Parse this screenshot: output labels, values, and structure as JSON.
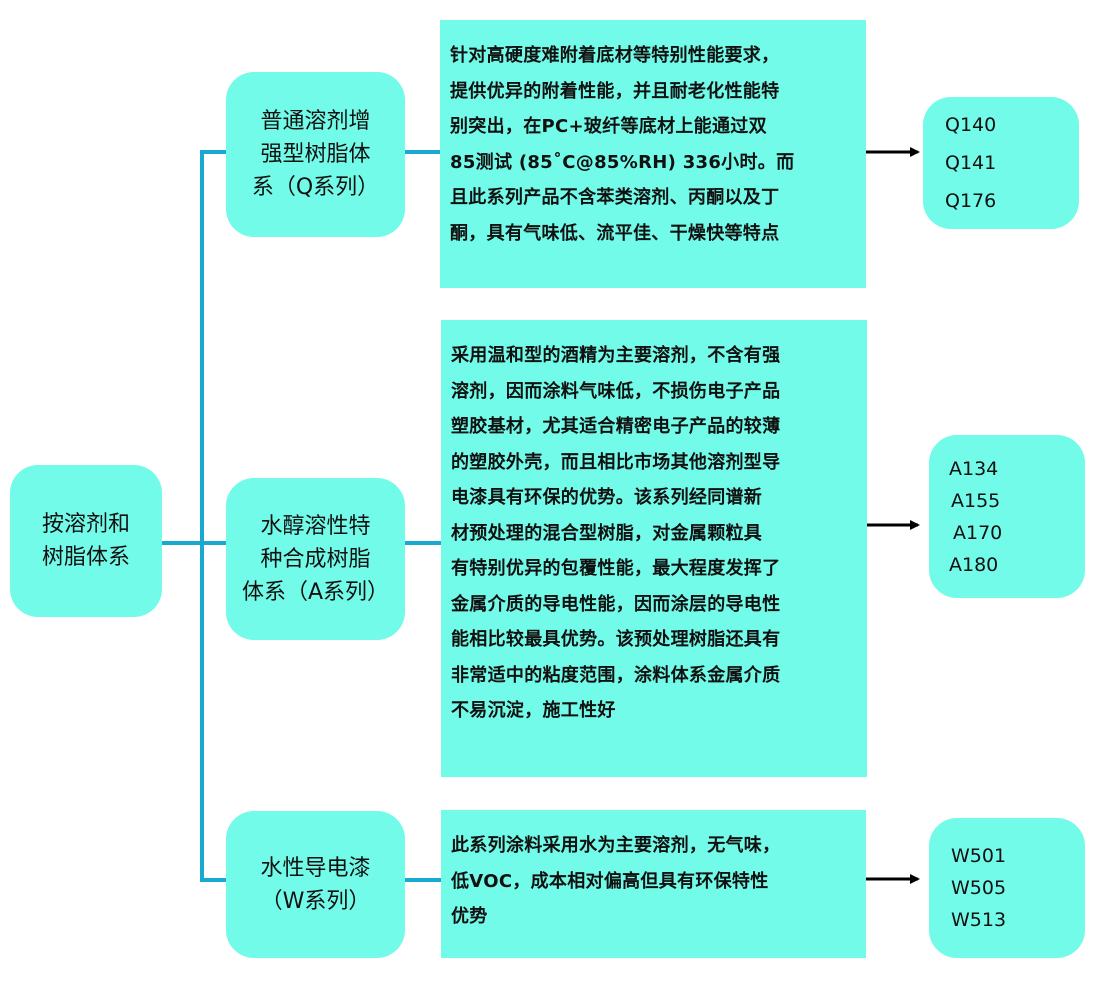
{
  "root": {
    "label": "按溶剂和\n树脂体系"
  },
  "categories": [
    {
      "label": "普通溶剂增\n强型树脂体\n系（Q系列）",
      "description": "针对高硬度难附着底材等特别性能要求，\n提供优异的附着性能，并且耐老化性能特\n别突出，在PC+玻纤等底材上能通过双\n85测试 (85˚C@85%RH) 336小时。而\n且此系列产品不含苯类溶剂、丙酮以及丁\n酮，具有气味低、流平佳、干燥快等特点",
      "products": [
        "Q140",
        "Q141",
        "Q176"
      ]
    },
    {
      "label": "水醇溶性特\n种合成树脂\n体系（A系列）",
      "description": "采用温和型的酒精为主要溶剂，不含有强\n溶剂，因而涂料气味低，不损伤电子产品\n塑胶基材，尤其适合精密电子产品的较薄\n的塑胶外壳，而且相比市场其他溶剂型导\n电漆具有环保的优势。该系列经同谱新\n材预处理的混合型树脂，对金属颗粒具\n有特别优异的包覆性能，最大程度发挥了\n金属介质的导电性能，因而涂层的导电性\n能相比较最具优势。该预处理树脂还具有\n非常适中的粘度范围，涂料体系金属介质\n不易沉淀，施工性好",
      "products": [
        "A134",
        "A155",
        "A170",
        "A180"
      ]
    },
    {
      "label": "水性导电漆\n（W系列）",
      "description": "此系列涂料采用水为主要溶剂，无气味，\n低VOC，成本相对偏高但具有环保特性\n优势",
      "products": [
        "W501",
        "W505",
        "W513"
      ]
    }
  ],
  "colors": {
    "node_fill": "#72fbe8",
    "connector": "#19a8d0",
    "arrow": "#000000"
  }
}
